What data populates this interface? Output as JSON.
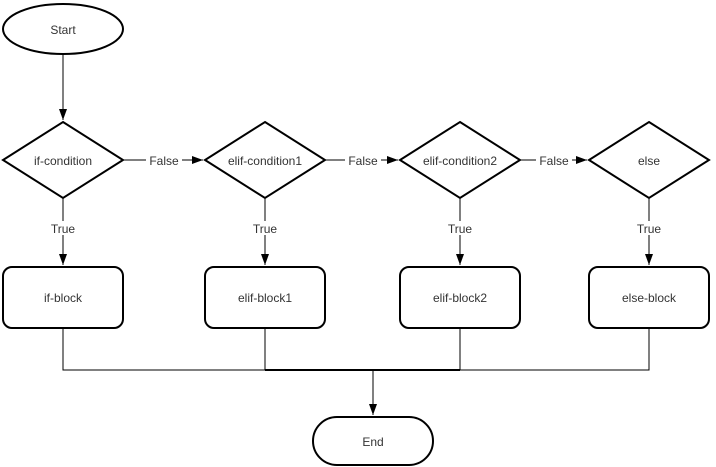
{
  "diagram": {
    "background_color": "#ffffff",
    "stroke_color": "#000000",
    "text_color": "#333333",
    "nodes": {
      "start": {
        "label": "Start",
        "type": "ellipse-terminal"
      },
      "if_condition": {
        "label": "if-condition",
        "type": "decision-diamond"
      },
      "elif_condition1": {
        "label": "elif-condition1",
        "type": "decision-diamond"
      },
      "elif_condition2": {
        "label": "elif-condition2",
        "type": "decision-diamond"
      },
      "else_condition": {
        "label": "else",
        "type": "decision-diamond"
      },
      "if_block": {
        "label": "if-block",
        "type": "process-box"
      },
      "elif_block1": {
        "label": "elif-block1",
        "type": "process-box"
      },
      "elif_block2": {
        "label": "elif-block2",
        "type": "process-box"
      },
      "else_block": {
        "label": "else-block",
        "type": "process-box"
      },
      "end": {
        "label": "End",
        "type": "stadium-terminal"
      }
    },
    "edges": {
      "false_labels": [
        "False",
        "False",
        "False"
      ],
      "true_labels": [
        "True",
        "True",
        "True",
        "True"
      ]
    }
  }
}
